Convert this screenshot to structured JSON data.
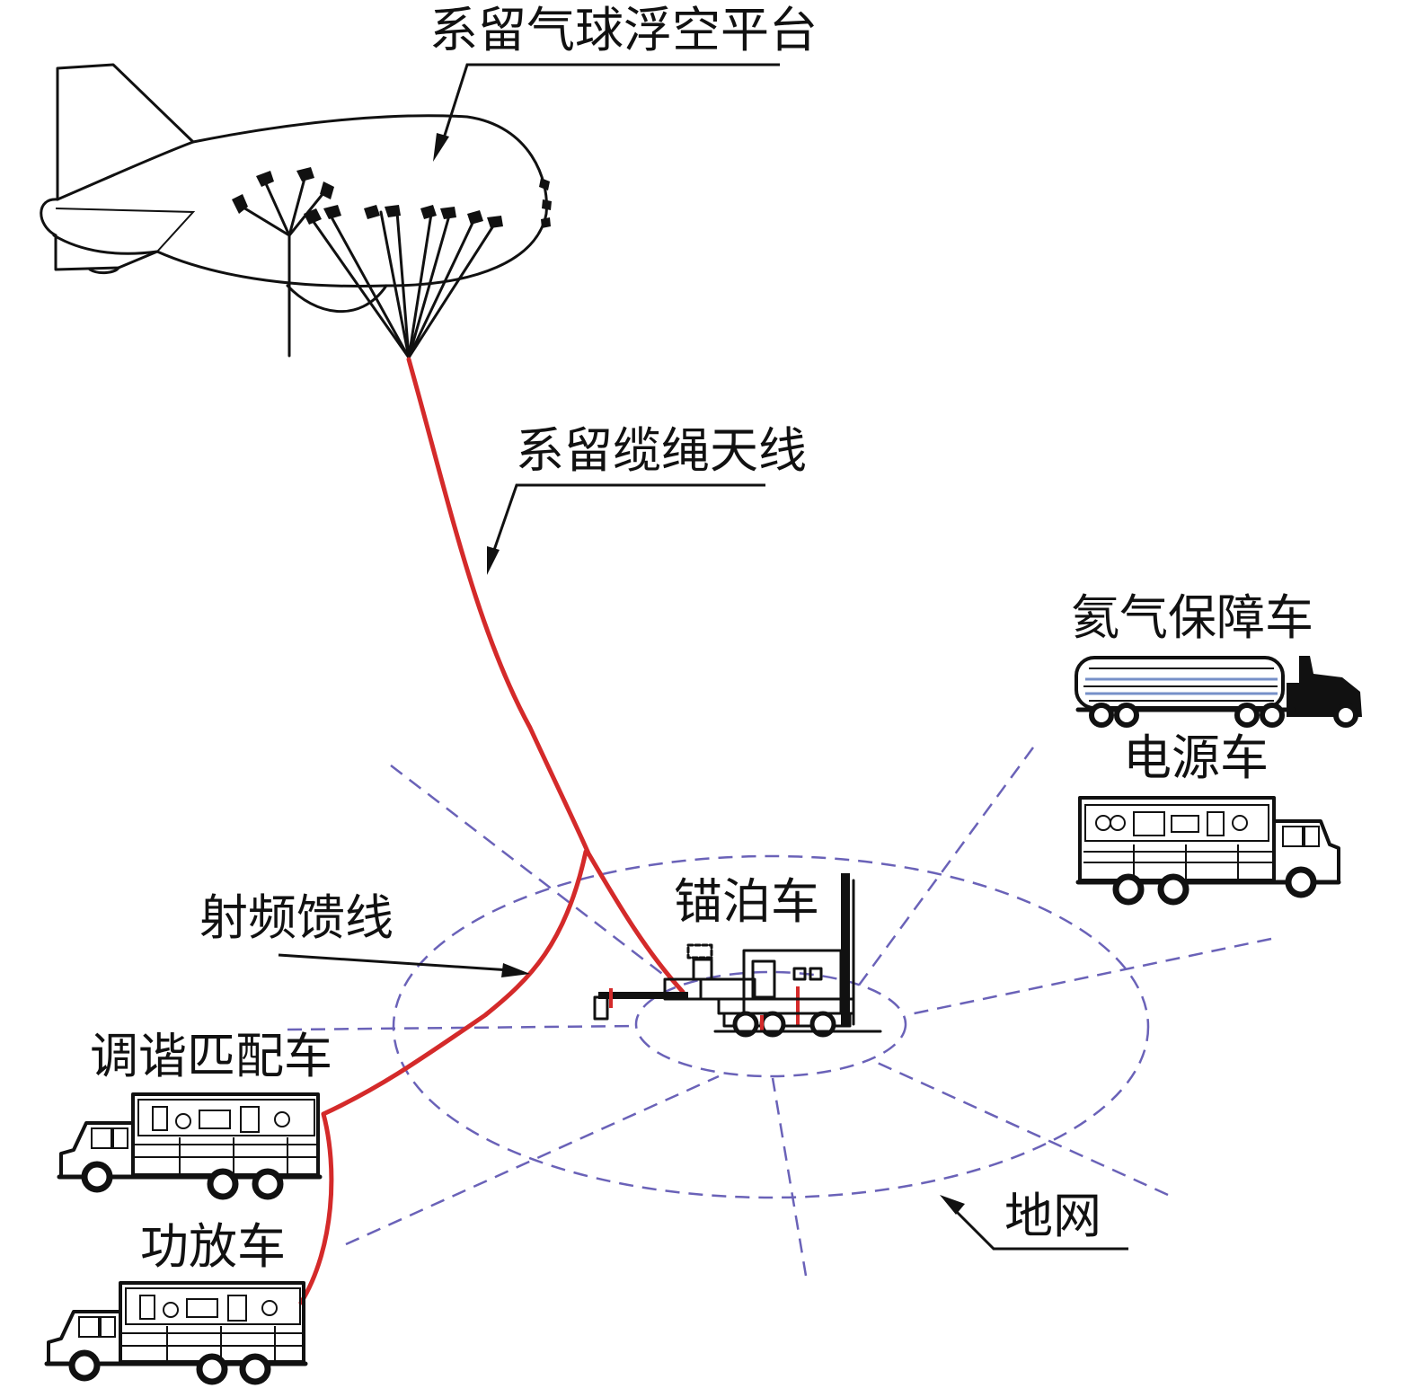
{
  "labels": {
    "platform": "系留气球浮空平台",
    "tether_antenna": "系留缆绳天线",
    "helium_truck": "氦气保障车",
    "power_truck": "电源车",
    "mooring_truck": "锚泊车",
    "rf_feeder": "射频馈线",
    "tuning_truck": "调谐匹配车",
    "amplifier_truck": "功放车",
    "ground_net": "地网"
  },
  "colors": {
    "cable": "#d42a2a",
    "ground_net": "#6a62b8",
    "ink": "#111111"
  }
}
